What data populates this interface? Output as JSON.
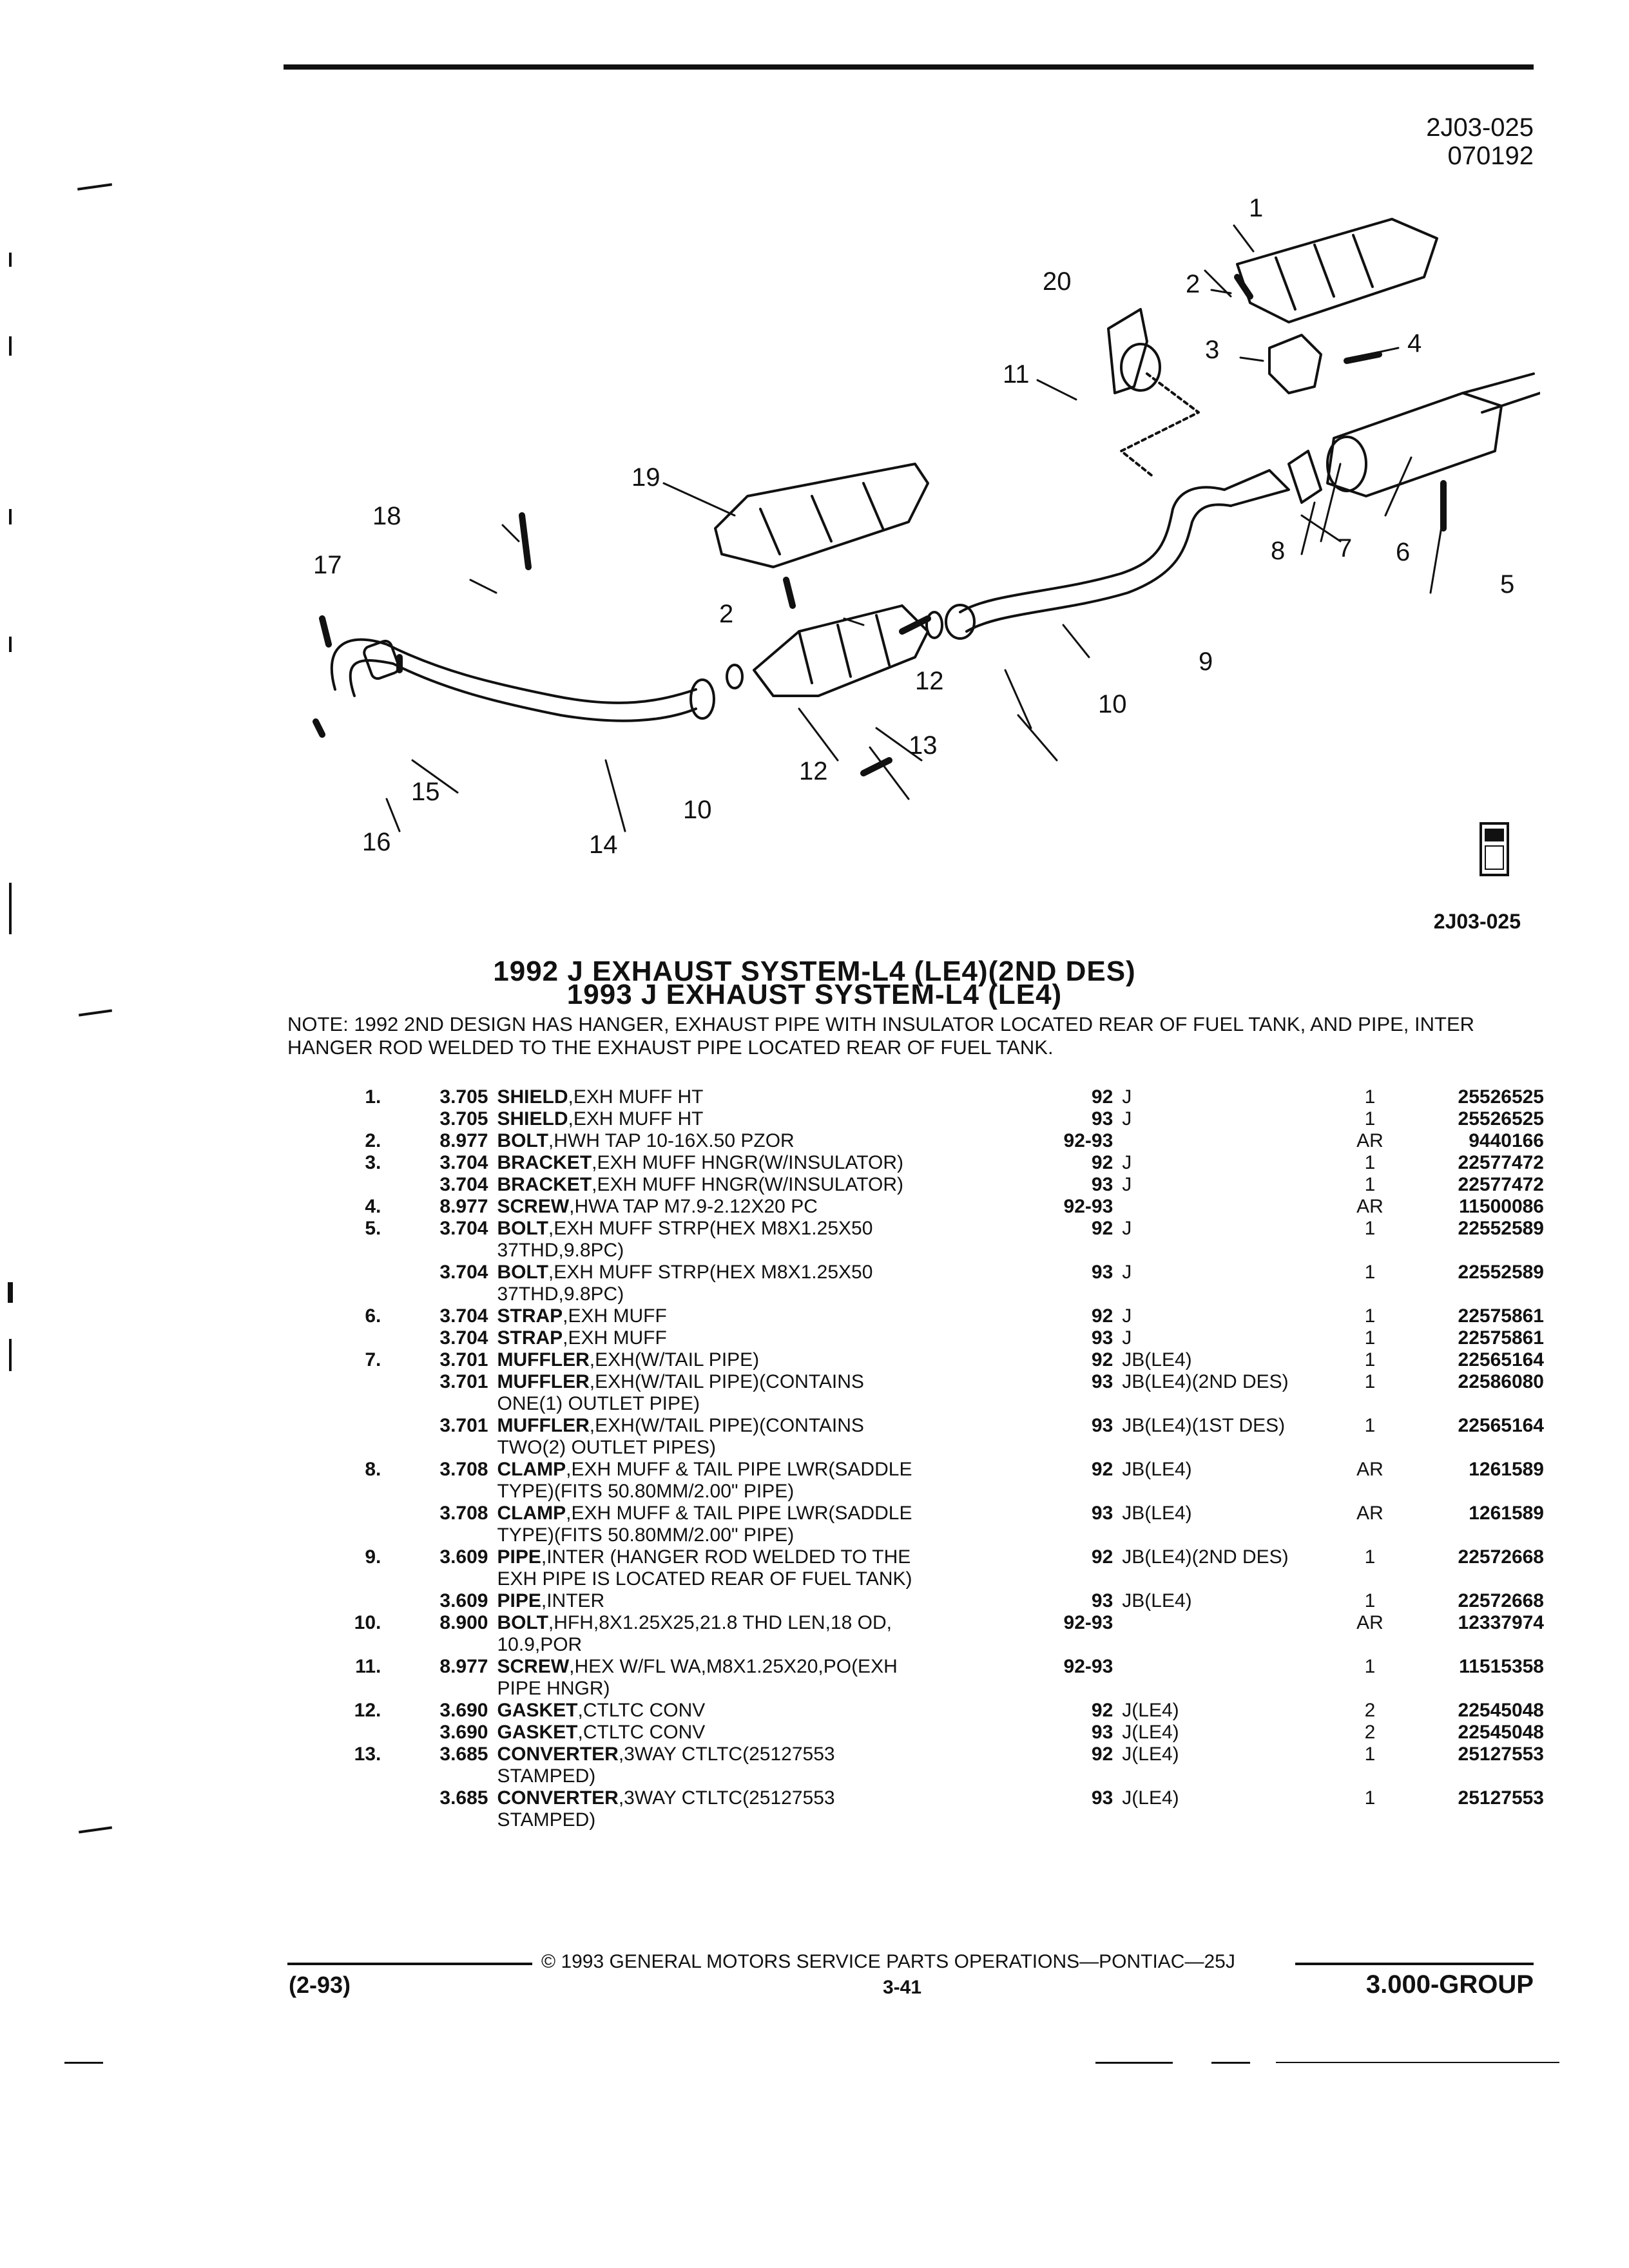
{
  "header": {
    "code_top": "2J03-025",
    "date_code": "070192",
    "figure_code": "2J03-025"
  },
  "diagram": {
    "callouts": [
      "1",
      "2",
      "20",
      "3",
      "4",
      "11",
      "19",
      "18",
      "17",
      "2",
      "12",
      "13",
      "12",
      "10",
      "9",
      "8",
      "7",
      "6",
      "5",
      "10",
      "14",
      "15",
      "16"
    ]
  },
  "titles": {
    "line1": "1992 J EXHAUST SYSTEM-L4 (LE4)(2ND DES)",
    "line2": "1993 J EXHAUST SYSTEM-L4 (LE4)"
  },
  "note": "NOTE:  1992 2ND DESIGN HAS HANGER, EXHAUST PIPE WITH INSULATOR LOCATED REAR OF FUEL TANK, AND PIPE, INTER HANGER ROD WELDED TO THE EXHAUST PIPE LOCATED REAR OF FUEL TANK.",
  "parts": [
    {
      "item": "1.",
      "group": "3.705",
      "name": "SHIELD",
      "desc": ",EXH MUFF HT",
      "desc2": "",
      "year": "92",
      "series": "J",
      "qty": "1",
      "pn": "25526525"
    },
    {
      "item": "",
      "group": "3.705",
      "name": "SHIELD",
      "desc": ",EXH MUFF HT",
      "desc2": "",
      "year": "93",
      "series": "J",
      "qty": "1",
      "pn": "25526525"
    },
    {
      "item": "2.",
      "group": "8.977",
      "name": "BOLT",
      "desc": ",HWH TAP 10-16X.50 PZOR",
      "desc2": "",
      "year": "92-93",
      "series": "",
      "qty": "AR",
      "pn": "9440166"
    },
    {
      "item": "3.",
      "group": "3.704",
      "name": "BRACKET",
      "desc": ",EXH MUFF HNGR(W/INSULATOR)",
      "desc2": "",
      "year": "92",
      "series": "J",
      "qty": "1",
      "pn": "22577472"
    },
    {
      "item": "",
      "group": "3.704",
      "name": "BRACKET",
      "desc": ",EXH MUFF HNGR(W/INSULATOR)",
      "desc2": "",
      "year": "93",
      "series": "J",
      "qty": "1",
      "pn": "22577472"
    },
    {
      "item": "4.",
      "group": "8.977",
      "name": "SCREW",
      "desc": ",HWA TAP M7.9-2.12X20 PC",
      "desc2": "",
      "year": "92-93",
      "series": "",
      "qty": "AR",
      "pn": "11500086"
    },
    {
      "item": "5.",
      "group": "3.704",
      "name": "BOLT",
      "desc": ",EXH MUFF STRP(HEX M8X1.25X50",
      "desc2": "37THD,9.8PC)",
      "year": "92",
      "series": "J",
      "qty": "1",
      "pn": "22552589"
    },
    {
      "item": "",
      "group": "3.704",
      "name": "BOLT",
      "desc": ",EXH MUFF STRP(HEX M8X1.25X50",
      "desc2": "37THD,9.8PC)",
      "year": "93",
      "series": "J",
      "qty": "1",
      "pn": "22552589"
    },
    {
      "item": "6.",
      "group": "3.704",
      "name": "STRAP",
      "desc": ",EXH MUFF",
      "desc2": "",
      "year": "92",
      "series": "J",
      "qty": "1",
      "pn": "22575861"
    },
    {
      "item": "",
      "group": "3.704",
      "name": "STRAP",
      "desc": ",EXH MUFF",
      "desc2": "",
      "year": "93",
      "series": "J",
      "qty": "1",
      "pn": "22575861"
    },
    {
      "item": "7.",
      "group": "3.701",
      "name": "MUFFLER",
      "desc": ",EXH(W/TAIL PIPE)",
      "desc2": "",
      "year": "92",
      "series": "JB(LE4)",
      "qty": "1",
      "pn": "22565164"
    },
    {
      "item": "",
      "group": "3.701",
      "name": "MUFFLER",
      "desc": ",EXH(W/TAIL PIPE)(CONTAINS",
      "desc2": "ONE(1) OUTLET PIPE)",
      "year": "93",
      "series": "JB(LE4)(2ND DES)",
      "qty": "1",
      "pn": "22586080"
    },
    {
      "item": "",
      "group": "3.701",
      "name": "MUFFLER",
      "desc": ",EXH(W/TAIL PIPE)(CONTAINS",
      "desc2": "TWO(2) OUTLET PIPES)",
      "year": "93",
      "series": "JB(LE4)(1ST DES)",
      "qty": "1",
      "pn": "22565164"
    },
    {
      "item": "8.",
      "group": "3.708",
      "name": "CLAMP",
      "desc": ",EXH MUFF & TAIL PIPE LWR(SADDLE",
      "desc2": "TYPE)(FITS 50.80MM/2.00\" PIPE)",
      "year": "92",
      "series": "JB(LE4)",
      "qty": "AR",
      "pn": "1261589"
    },
    {
      "item": "",
      "group": "3.708",
      "name": "CLAMP",
      "desc": ",EXH MUFF & TAIL PIPE LWR(SADDLE",
      "desc2": "TYPE)(FITS 50.80MM/2.00\" PIPE)",
      "year": "93",
      "series": "JB(LE4)",
      "qty": "AR",
      "pn": "1261589"
    },
    {
      "item": "9.",
      "group": "3.609",
      "name": "PIPE",
      "desc": ",INTER (HANGER ROD WELDED TO THE",
      "desc2": "EXH PIPE IS LOCATED REAR OF FUEL TANK)",
      "year": "92",
      "series": "JB(LE4)(2ND DES)",
      "qty": "1",
      "pn": "22572668"
    },
    {
      "item": "",
      "group": "3.609",
      "name": "PIPE",
      "desc": ",INTER",
      "desc2": "",
      "year": "93",
      "series": "JB(LE4)",
      "qty": "1",
      "pn": "22572668"
    },
    {
      "item": "10.",
      "group": "8.900",
      "name": "BOLT",
      "desc": ",HFH,8X1.25X25,21.8 THD LEN,18 OD,",
      "desc2": "10.9,POR",
      "year": "92-93",
      "series": "",
      "qty": "AR",
      "pn": "12337974"
    },
    {
      "item": "11.",
      "group": "8.977",
      "name": "SCREW",
      "desc": ",HEX W/FL WA,M8X1.25X20,PO(EXH",
      "desc2": "PIPE HNGR)",
      "year": "92-93",
      "series": "",
      "qty": "1",
      "pn": "11515358"
    },
    {
      "item": "12.",
      "group": "3.690",
      "name": "GASKET",
      "desc": ",CTLTC CONV",
      "desc2": "",
      "year": "92",
      "series": "J(LE4)",
      "qty": "2",
      "pn": "22545048"
    },
    {
      "item": "",
      "group": "3.690",
      "name": "GASKET",
      "desc": ",CTLTC CONV",
      "desc2": "",
      "year": "93",
      "series": "J(LE4)",
      "qty": "2",
      "pn": "22545048"
    },
    {
      "item": "13.",
      "group": "3.685",
      "name": "CONVERTER",
      "desc": ",3WAY CTLTC(25127553",
      "desc2": "STAMPED)",
      "year": "92",
      "series": "J(LE4)",
      "qty": "1",
      "pn": "25127553"
    },
    {
      "item": "",
      "group": "3.685",
      "name": "CONVERTER",
      "desc": ",3WAY CTLTC(25127553",
      "desc2": "STAMPED)",
      "year": "93",
      "series": "J(LE4)",
      "qty": "1",
      "pn": "25127553"
    }
  ],
  "footer": {
    "copyright": "©  1993  GENERAL MOTORS SERVICE PARTS OPERATIONS—PONTIAC—25J",
    "date": "(2-93)",
    "page": "3-41",
    "group": "3.000-GROUP"
  }
}
